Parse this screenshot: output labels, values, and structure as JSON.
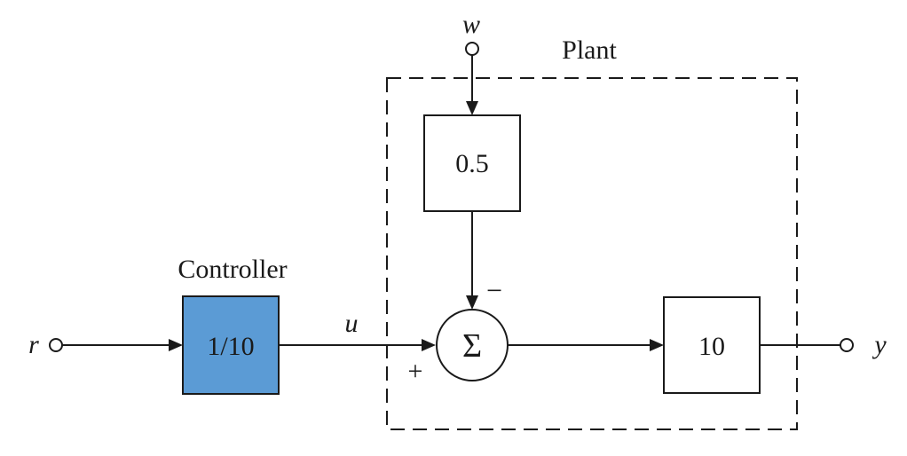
{
  "signals": {
    "reference": "r",
    "control": "u",
    "disturbance": "w",
    "output": "y"
  },
  "plant": {
    "label": "Plant",
    "disturbance_gain": "0.5",
    "summer_symbol": "Σ",
    "summer_sign_top": "−",
    "summer_sign_left": "+",
    "plant_gain": "10"
  },
  "controller": {
    "label": "Controller",
    "gain": "1/10",
    "fill_color": "#5b9bd5"
  }
}
